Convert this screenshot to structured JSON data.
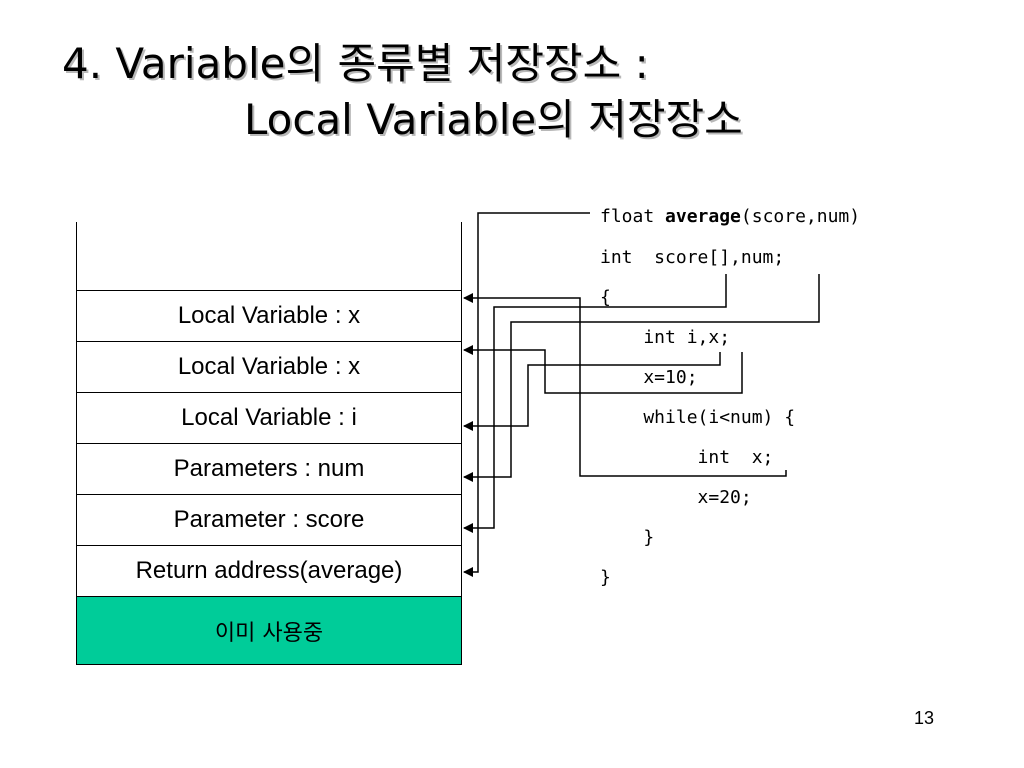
{
  "title": {
    "line1": "4. Variable의 종류별 저장장소 :",
    "line2": "Local Variable의 저장장소"
  },
  "stack": {
    "cells": [
      "Local Variable : x",
      "Local Variable : x",
      "Local Variable : i",
      "Parameters : num",
      "Parameter : score",
      "Return address(average)"
    ],
    "in_use_label": "이미 사용중",
    "in_use_color": "#00cc99"
  },
  "code": {
    "line1_prefix": "float ",
    "line1_func": "average",
    "line1_suffix": "(score,num)",
    "line2": "int  score[],num;",
    "line3": "{",
    "line4": "    int i,x;",
    "line5": "    x=10;",
    "line6": "    while(i<num) {",
    "line7": "         int  x;",
    "line8": "         x=20;",
    "line9": "    }",
    "line10": "}"
  },
  "page_number": "13"
}
